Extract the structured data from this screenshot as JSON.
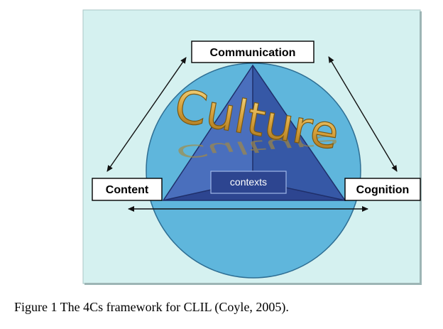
{
  "labels": {
    "top": "Communication",
    "left": "Content",
    "right": "Cognition",
    "center": "contexts",
    "overlay": "Culture"
  },
  "caption": "Figure 1  The 4Cs framework for CLIL (Coyle, 2005).",
  "colors": {
    "panel_background": "#d5f1f0",
    "circle_fill": "#5fb6dc",
    "triangle_fill": "#3d5fae",
    "triangle_dark": "#2c3f8a",
    "contexts_box": "#2d4590",
    "culture_gold": "#d1a23a"
  }
}
